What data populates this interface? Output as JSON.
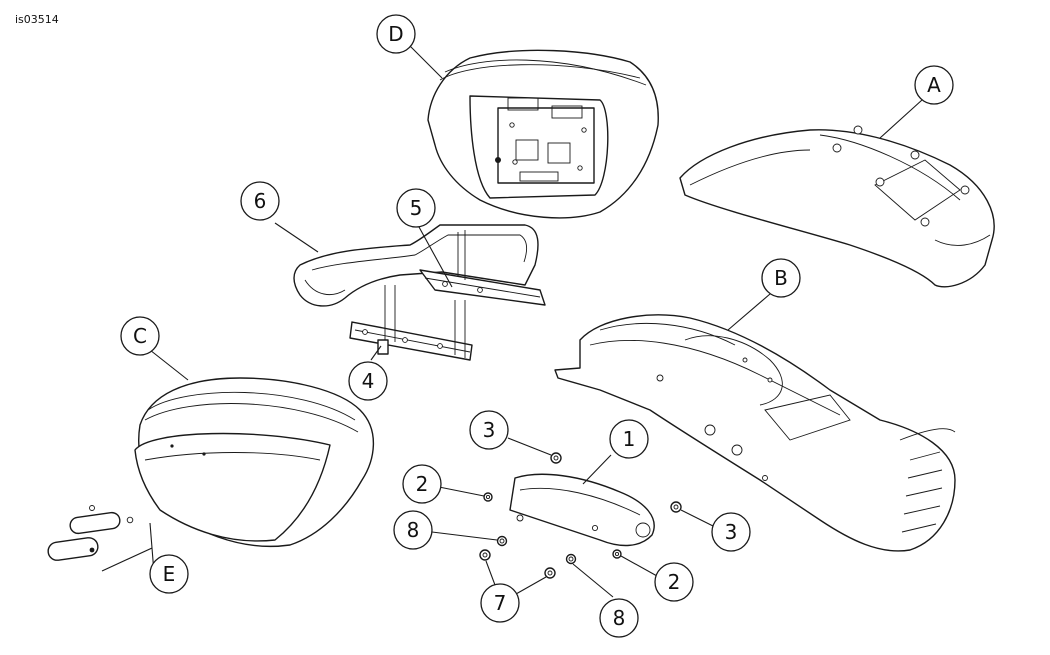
{
  "figure_id": "is03514",
  "callouts": {
    "A": "A",
    "B": "B",
    "C": "C",
    "D": "D",
    "E": "E",
    "n1": "1",
    "n2": "2",
    "n3": "3",
    "n4": "4",
    "n5": "5",
    "n6": "6",
    "n7": "7",
    "n8": "8"
  }
}
